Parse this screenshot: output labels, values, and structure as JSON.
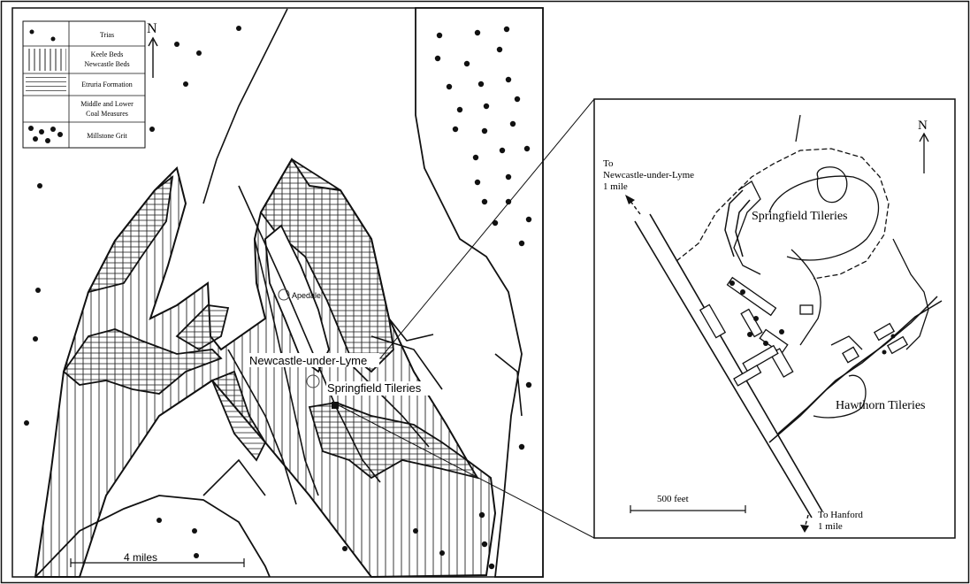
{
  "legend": {
    "items": [
      {
        "label": "Trias",
        "pattern": "dots"
      },
      {
        "label": "Keele Beds Newcastle Beds",
        "lines": [
          "Keele Beds",
          "Newcastle Beds"
        ],
        "pattern": "vertical-lines"
      },
      {
        "label": "Etruria Formation",
        "pattern": "horizontal-lines"
      },
      {
        "label": "Middle and Lower Coal Measures",
        "lines": [
          "Middle and Lower",
          "Coal Measures"
        ],
        "pattern": "blank"
      },
      {
        "label": "Millstone Grit",
        "pattern": "large-dots"
      }
    ]
  },
  "regional_map": {
    "north_label": "N",
    "place_apedale": "Apedale",
    "place_newcastle": "Newcastle-under-Lyme",
    "place_springfield": "Springfield Tileries",
    "scale_label": "4 miles"
  },
  "inset_map": {
    "north_label": "N",
    "to_newcastle": [
      "To",
      "Newcastle-under-Lyme",
      "1 mile"
    ],
    "to_hanford": [
      "To Hanford",
      "1 mile"
    ],
    "springfield_label": "Springfield Tileries",
    "hawthorn_label": "Hawthorn Tileries",
    "scale_label": "500 feet"
  },
  "colors": {
    "ink": "#111111",
    "paper": "#ffffff"
  },
  "icons": [
    "north-arrow-icon",
    "direction-arrow-icon",
    "town-circle-icon",
    "tilery-square-icon"
  ]
}
